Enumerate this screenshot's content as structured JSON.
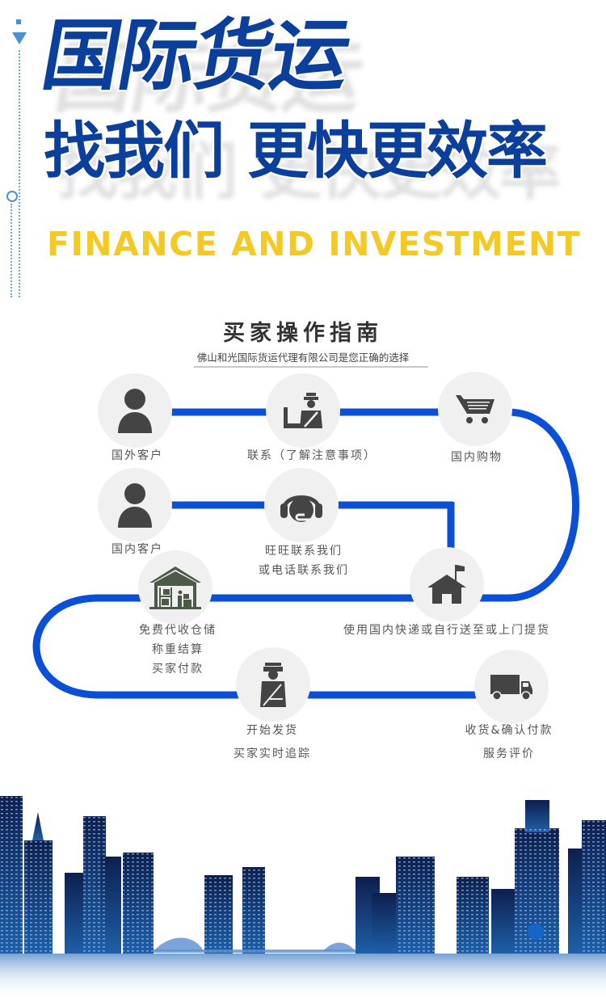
{
  "hero": {
    "headline_line1": "国际货运",
    "headline_line2_a": "找我们",
    "headline_line2_b": "更快更效率",
    "subtitle": "FINANCE AND INVESTMENT",
    "colors": {
      "headline": "#0b3f9c",
      "subtitle": "#f4c923"
    }
  },
  "guide": {
    "title": "买家操作指南",
    "subtitle": "佛山和光国际货运代理有限公司是您正确的选择",
    "route_color": "#0a4fd6",
    "steps": [
      {
        "id": "overseas-customer",
        "icon": "person-icon",
        "lines": [
          "国外客户"
        ]
      },
      {
        "id": "contact",
        "icon": "customs-officer-icon",
        "lines": [
          "联系（了解注意事项）"
        ]
      },
      {
        "id": "domestic-shopping",
        "icon": "shopping-cart-icon",
        "lines": [
          "国内购物"
        ]
      },
      {
        "id": "domestic-customer",
        "icon": "person-icon",
        "lines": [
          "国内客户"
        ]
      },
      {
        "id": "wangwang-contact",
        "icon": "headset-icon",
        "lines": [
          "旺旺联系我们",
          "或电话联系我们"
        ]
      },
      {
        "id": "warehouse",
        "icon": "warehouse-icon",
        "lines": [
          "免费代收仓储",
          "称重结算",
          "买家付款"
        ]
      },
      {
        "id": "deliver-to-warehouse",
        "icon": "house-flag-icon",
        "lines": [
          "使用国内快递或自行送至或上门提货"
        ]
      },
      {
        "id": "ship",
        "icon": "officer-icon",
        "lines": [
          "开始发货",
          "买家实时追踪"
        ]
      },
      {
        "id": "receive",
        "icon": "truck-icon",
        "lines": [
          "收货&确认付款",
          "服务评价"
        ]
      }
    ]
  }
}
